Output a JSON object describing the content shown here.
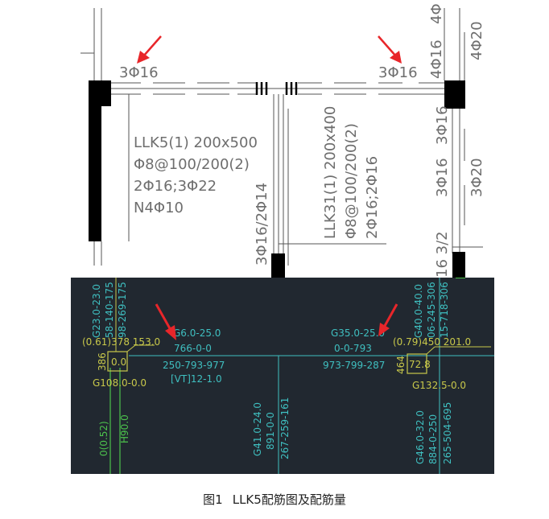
{
  "top_drawing": {
    "labels": {
      "left_top_rebar": "3Φ16",
      "right_top_rebar": "3Φ16",
      "beam_llk5": [
        "LLK5(1) 200x500",
        "Φ8@100/200(2)",
        "2Φ16;3Φ22",
        "N4Φ10"
      ],
      "beam_llk31": [
        "LLK31(1) 200x400",
        "Φ8@100/200(2)",
        "2Φ16;2Φ16"
      ],
      "vertical_mid": "3Φ16/2Φ14",
      "right_col_a_upper": "4Φ16",
      "right_col_a_top": "4Φ",
      "right_col_b_upper": "4Φ20",
      "right_col_a_lower1": "3Φ16",
      "right_col_a_lower2": "3Φ16",
      "right_col_b_lower": "3Φ20",
      "right_col_a_bottom": "16 3/2"
    }
  },
  "bottom_drawing": {
    "colors": {
      "background": "#212830",
      "cyan": "#3fbfc0",
      "yellow": "#c8c84a",
      "green": "#4cc24c",
      "arrow": "#e8262a"
    },
    "left_column": {
      "vertical_labels": [
        "G23.0-23.0",
        "58-140-175",
        "98-269-175"
      ],
      "top_label": "(0.61)378 153.0",
      "side_label": "386",
      "box_value": "0.0",
      "bottom_label": "G108.0-0.0",
      "green_labels": [
        "0(0.52)",
        "H90.0"
      ]
    },
    "right_column": {
      "vertical_labels": [
        "G40.0-40.0",
        "06-245-306",
        "15-718-306"
      ],
      "top_label": "(0.79)450 201.0",
      "side_label": "464",
      "box_value": "72.8",
      "bottom_label": "G132.5-0.0"
    },
    "beam_left": {
      "lines": [
        "G6.0-25.0",
        "766-0-0",
        "250-793-977",
        "[VT]12-1.0"
      ]
    },
    "beam_right": {
      "lines": [
        "G35.0-25.0",
        "0-0-793",
        "973-799-287"
      ]
    },
    "mid_beam": {
      "vertical_labels": [
        "G41.0-24.0",
        "891-0-0",
        "267-259-161"
      ]
    },
    "right_lower": {
      "vertical_labels": [
        "G46.0-32.0",
        "884-0-250",
        "265-504-695"
      ]
    }
  },
  "caption": {
    "figure_number": "图1",
    "title": "LLK5配筋图及配筋量"
  }
}
